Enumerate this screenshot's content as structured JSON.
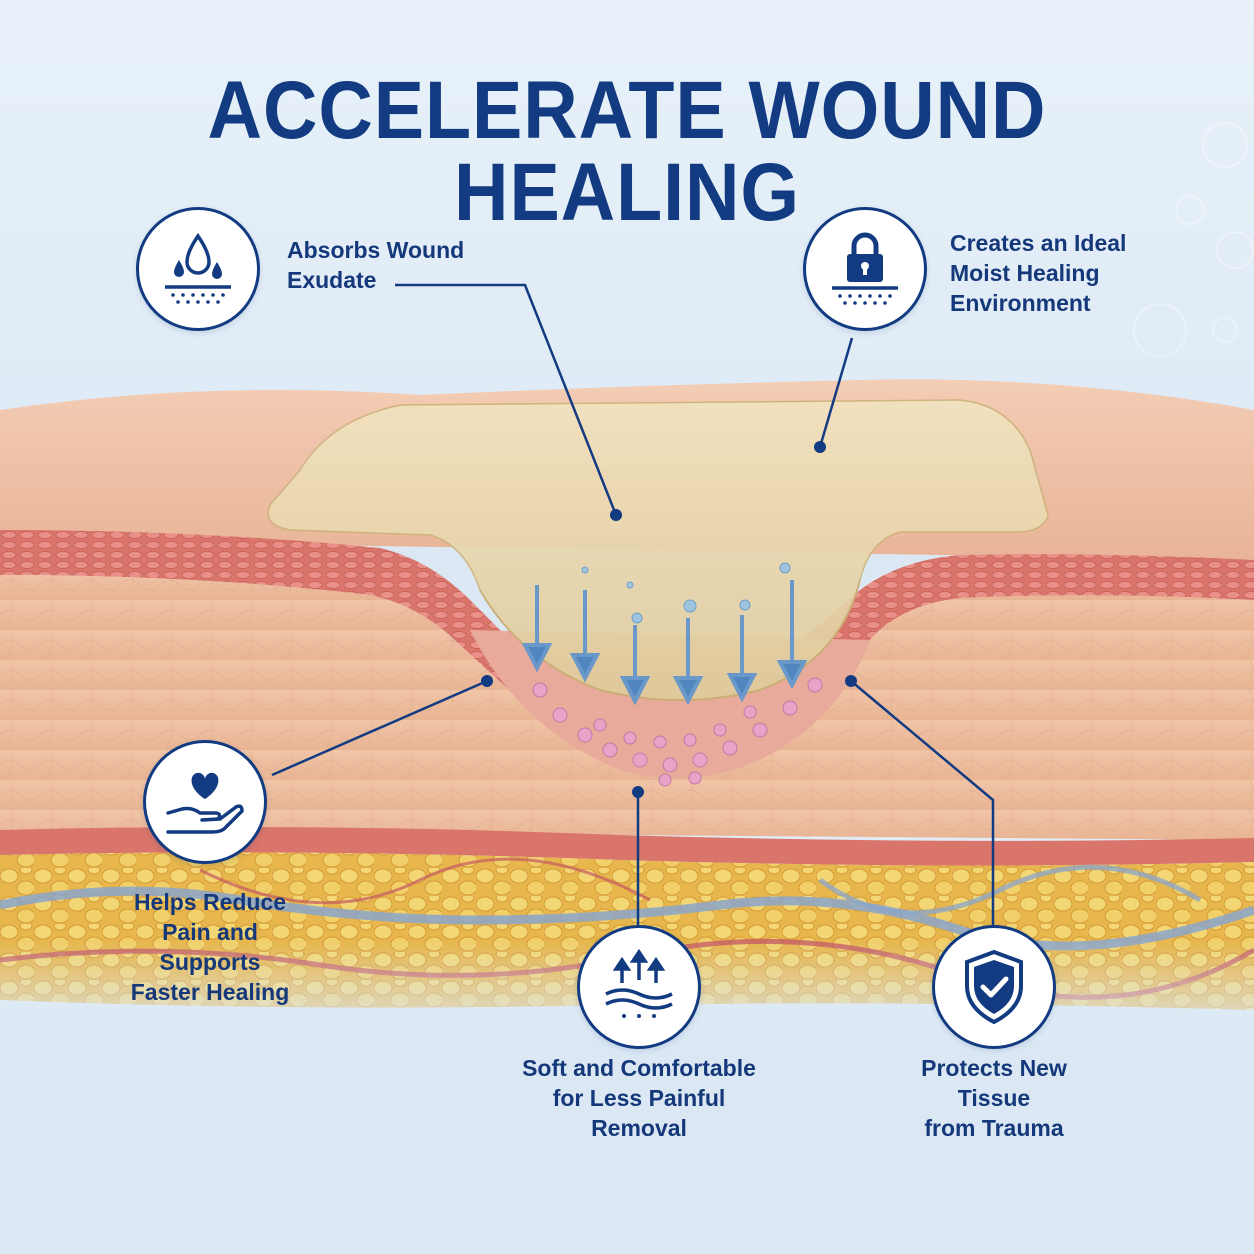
{
  "title": "ACCELERATE WOUND HEALING",
  "features": {
    "absorbs": {
      "icon": "water-drop-icon",
      "lines": [
        "Absorbs Wound",
        "Exudate"
      ]
    },
    "moist": {
      "icon": "padlock-icon",
      "lines": [
        "Creates an Ideal",
        "Moist Healing",
        "Environment"
      ]
    },
    "pain": {
      "icon": "heart-hand-icon",
      "lines": [
        "Helps Reduce",
        "Pain and Supports",
        "Faster Healing"
      ]
    },
    "soft": {
      "icon": "upward-arrows-icon",
      "lines": [
        "Soft and Comfortable",
        "for Less Painful",
        "Removal"
      ]
    },
    "protect": {
      "icon": "shield-check-icon",
      "lines": [
        "Protects New Tissue",
        "from Trauma"
      ]
    }
  },
  "colors": {
    "primary": "#123b82",
    "skin": "#f0c2a4",
    "dermis": "#d97f72",
    "fat": "#e8c15a",
    "dressing": "#ecdcb4"
  }
}
